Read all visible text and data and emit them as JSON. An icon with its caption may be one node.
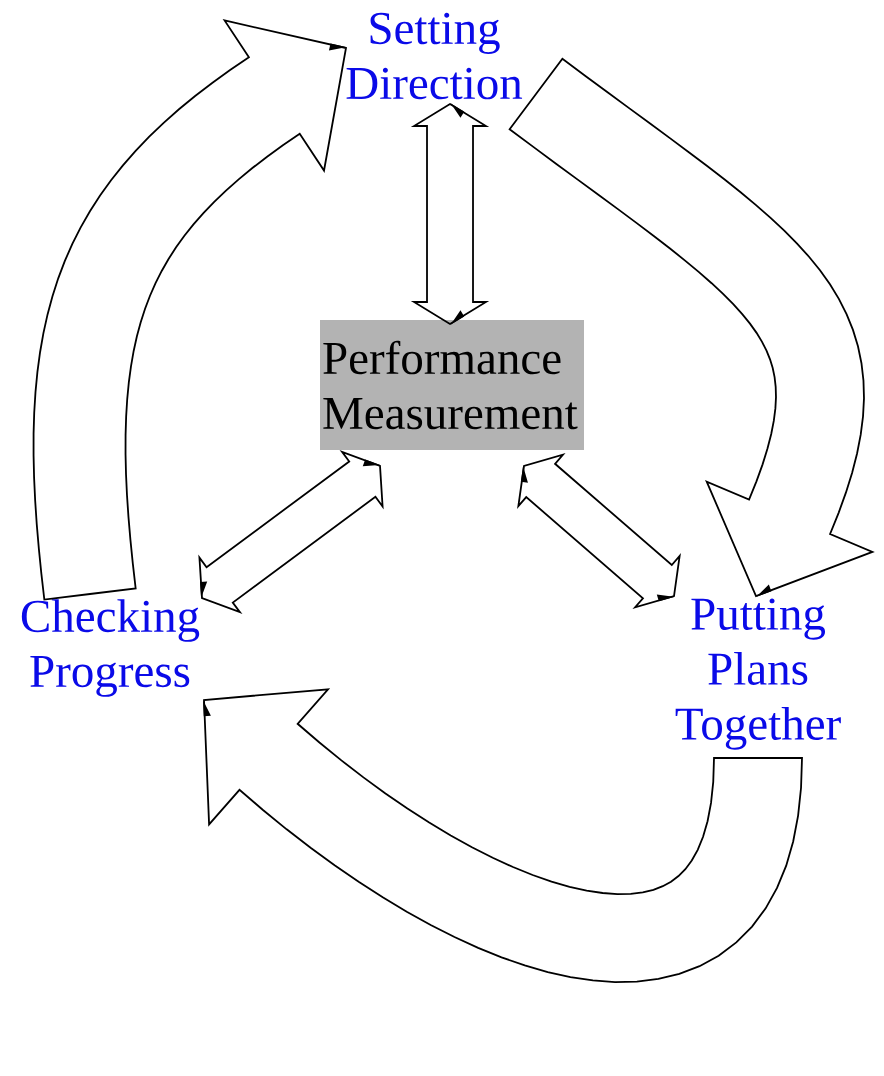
{
  "diagram": {
    "nodes": [
      {
        "text": [
          "Setting Direction"
        ]
      },
      {
        "text": [
          "Performance Measurement"
        ]
      },
      {
        "text": [
          "Checking Progress"
        ]
      },
      {
        "text": [
          "Putting Plans Together"
        ]
      }
    ],
    "edges": [
      {
        "from": 2,
        "to": 0,
        "arrow": "to"
      },
      {
        "from": 0,
        "to": 3,
        "arrow": "to"
      },
      {
        "from": 3,
        "to": 2,
        "arrow": "to"
      },
      {
        "from": 1,
        "to": 0,
        "arrow": "both"
      },
      {
        "from": 1,
        "to": 2,
        "arrow": "both"
      },
      {
        "from": 1,
        "to": 3,
        "arrow": "both"
      }
    ]
  }
}
